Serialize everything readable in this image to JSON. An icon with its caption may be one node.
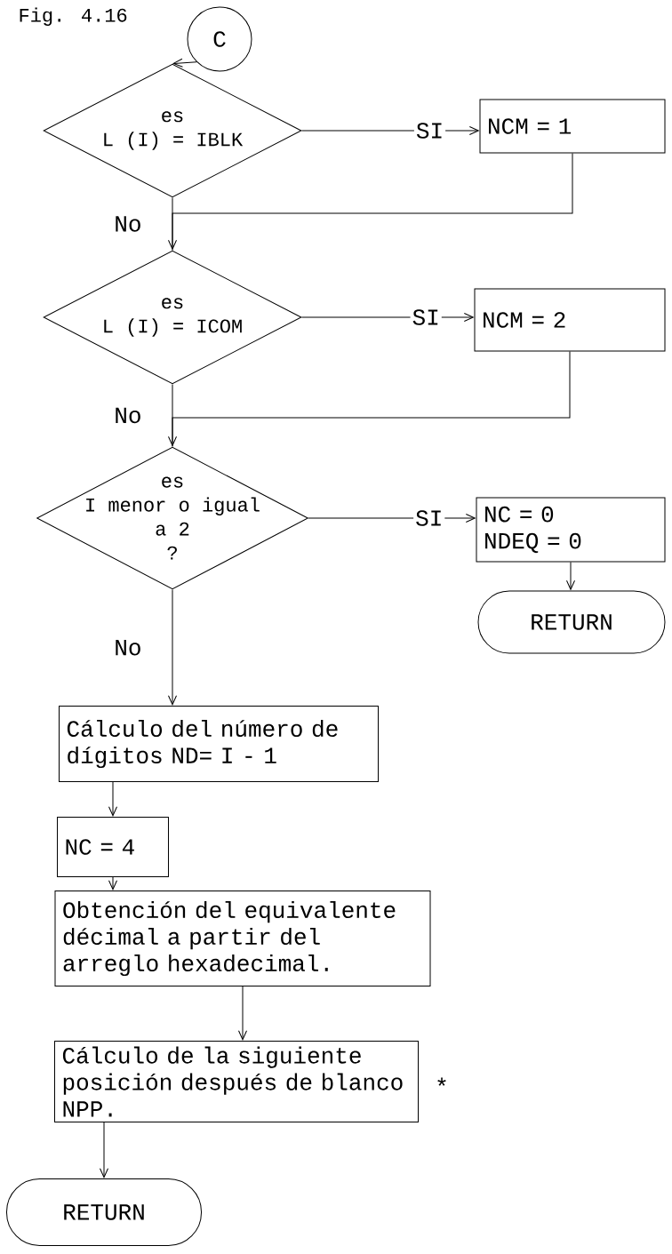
{
  "diagram": {
    "title": "Fig. 4.16",
    "nodes": [
      {
        "text": [
          "C"
        ]
      },
      {
        "text": [
          "es",
          "L (I) = IBLK"
        ]
      },
      {
        "text": [
          "NCM = 1"
        ]
      },
      {
        "text": [
          "es",
          "L (I) = ICOM"
        ]
      },
      {
        "text": [
          "NCM = 2"
        ]
      },
      {
        "text": [
          "es",
          "I menor o igual a 2",
          "?"
        ]
      },
      {
        "text": [
          "NC = 0",
          "NDEQ = 0"
        ]
      },
      {
        "text": [
          "RETURN"
        ]
      },
      {
        "text": [
          "Cálculo del número de dígitos ND= I - 1"
        ]
      },
      {
        "text": [
          "NC = 4"
        ]
      },
      {
        "text": [
          "Obtención del equivalente décimal a partir del arreglo hexadecimal."
        ]
      },
      {
        "text": [
          "Cálculo de la siguiente posición después de blanco NPP."
        ],
        "beside": [
          "*"
        ]
      },
      {
        "text": [
          "RETURN"
        ]
      }
    ],
    "edges": [
      {
        "from": 0,
        "to": 1,
        "arrow": "to"
      },
      {
        "from": 1,
        "to": 2,
        "arrow": "to",
        "label": "SI"
      },
      {
        "from": 2,
        "to": 3,
        "arrow": "to"
      },
      {
        "from": 1,
        "to": 3,
        "arrow": "none",
        "label": "No"
      },
      {
        "from": 3,
        "to": 4,
        "arrow": "to",
        "label": "SI"
      },
      {
        "from": 4,
        "to": 5,
        "arrow": "to"
      },
      {
        "from": 3,
        "to": 5,
        "arrow": "none",
        "label": "No"
      },
      {
        "from": 5,
        "to": 6,
        "arrow": "to",
        "label": "SI"
      },
      {
        "from": 6,
        "to": 7,
        "arrow": "to"
      },
      {
        "from": 5,
        "to": 8,
        "arrow": "to",
        "label": "No"
      },
      {
        "from": 8,
        "to": 9,
        "arrow": "to"
      },
      {
        "from": 9,
        "to": 10,
        "arrow": "to"
      },
      {
        "from": 10,
        "to": 11,
        "arrow": "to"
      },
      {
        "from": 11,
        "to": 12,
        "arrow": "to"
      }
    ]
  }
}
